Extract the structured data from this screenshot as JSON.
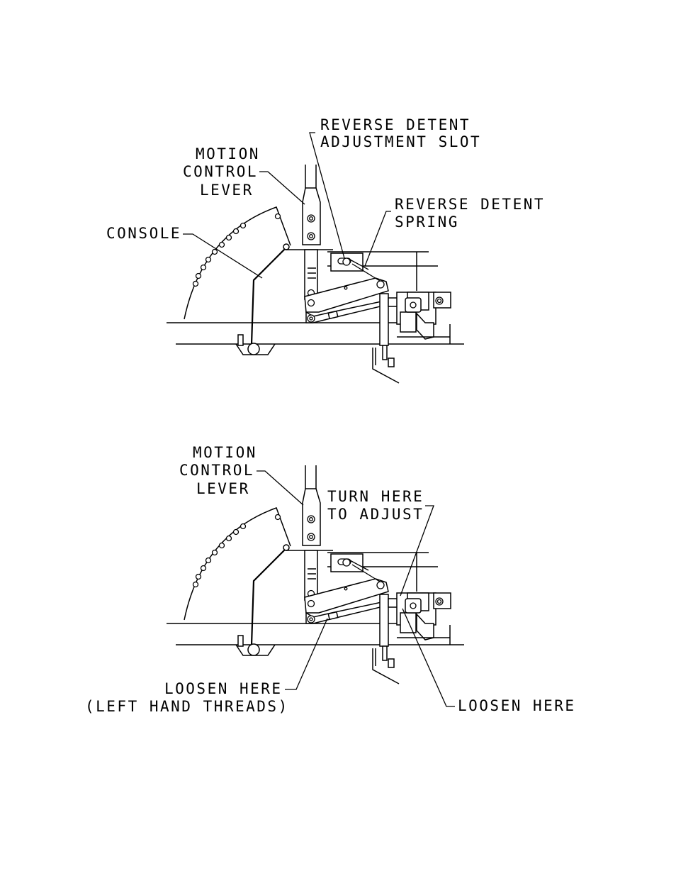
{
  "colors": {
    "line": "#000000",
    "background": "#ffffff"
  },
  "top_diagram": {
    "labels": {
      "reverse_detent_adjustment_slot": [
        "REVERSE DETENT",
        "ADJUSTMENT SLOT"
      ],
      "motion_control_lever": [
        "MOTION",
        "CONTROL",
        "LEVER"
      ],
      "reverse_detent_spring": [
        "REVERSE DETENT",
        "SPRING"
      ],
      "console": "CONSOLE"
    }
  },
  "bottom_diagram": {
    "labels": {
      "motion_control_lever": [
        "MOTION",
        "CONTROL",
        "LEVER"
      ],
      "turn_here_to_adjust": [
        "TURN HERE",
        "TO ADJUST"
      ],
      "loosen_here_left": [
        "LOOSEN HERE",
        "(LEFT HAND THREADS)"
      ],
      "loosen_here_right": "LOOSEN HERE"
    }
  }
}
